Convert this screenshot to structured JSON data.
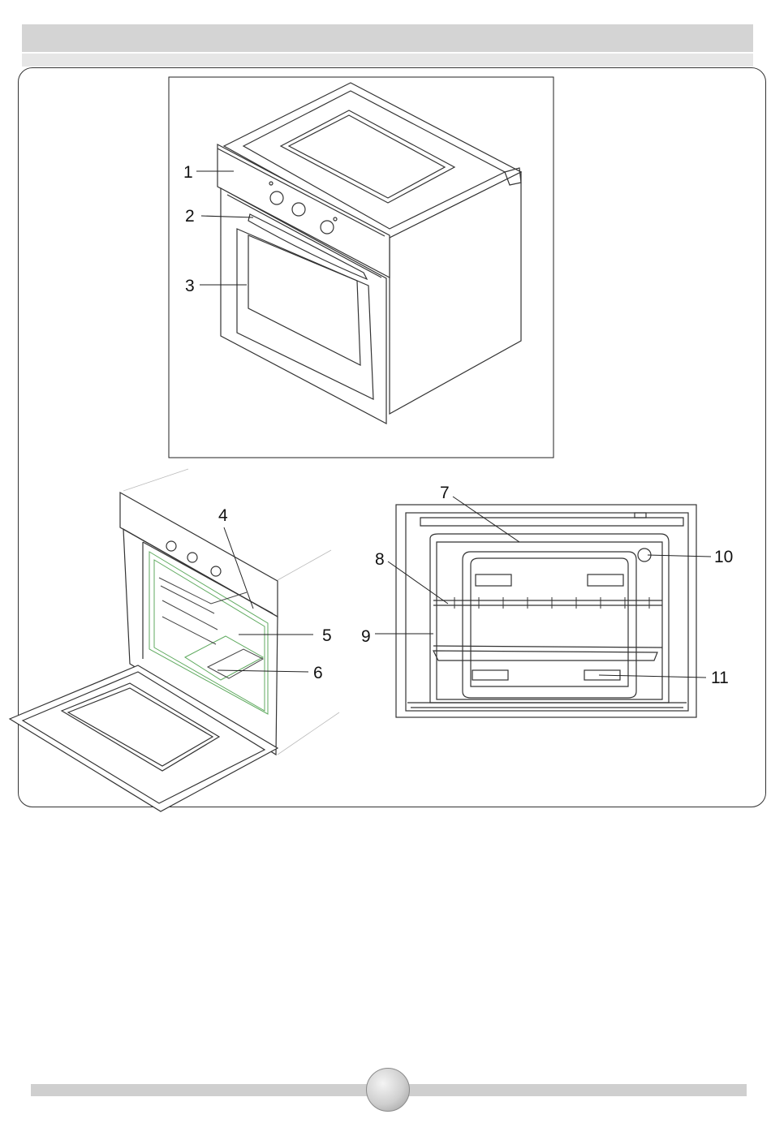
{
  "page": {
    "number": ""
  },
  "callouts": {
    "c1": "1",
    "c2": "2",
    "c3": "3",
    "c4": "4",
    "c5": "5",
    "c6": "6",
    "c7": "7",
    "c8": "8",
    "c9": "9",
    "c10": "10",
    "c11": "11"
  }
}
